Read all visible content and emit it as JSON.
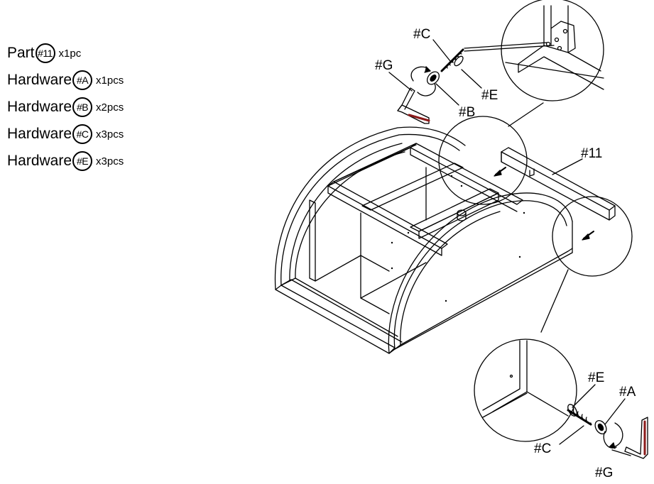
{
  "parts_list": [
    {
      "label": "Part",
      "code": "#11",
      "qty": "x1pc"
    },
    {
      "label": "Hardware",
      "code": "#A",
      "qty": "x1pcs"
    },
    {
      "label": "Hardware",
      "code": "#B",
      "qty": "x2pcs"
    },
    {
      "label": "Hardware",
      "code": "#C",
      "qty": "x3pcs"
    },
    {
      "label": "Hardware",
      "code": "#E",
      "qty": "x3pcs"
    }
  ],
  "callouts": {
    "top_c": "#C",
    "top_g": "#G",
    "top_e": "#E",
    "top_b": "#B",
    "part_11": "#11",
    "bottom_e": "#E",
    "bottom_a": "#A",
    "bottom_c": "#C",
    "bottom_g": "#G"
  },
  "colors": {
    "line": "#000000",
    "allen_key": "#8b1a1a"
  }
}
